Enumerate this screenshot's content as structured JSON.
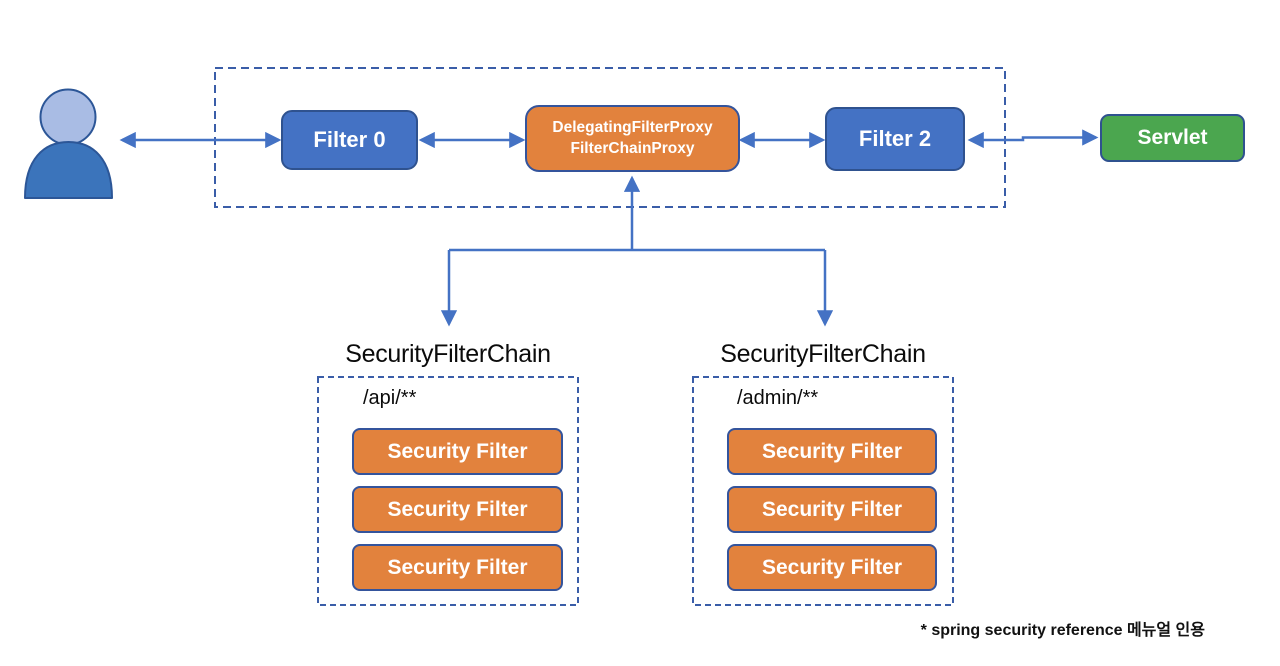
{
  "palette": {
    "node_blue": "#4472C4",
    "node_blue_border": "#2F528F",
    "node_orange": "#E2823D",
    "node_orange_border": "#34549C",
    "node_green": "#4BA64F",
    "arrow_blue": "#4472C4",
    "dashed_border_blue": "#3A5DA8",
    "person_head": "#A9BCE4",
    "person_body": "#3B74BB",
    "text_on_node": "#FFFFFF",
    "text_dark": "#0B0B0B"
  },
  "icons": {
    "user": "person-icon"
  },
  "nodes": {
    "filter0": "Filter 0",
    "proxy_line1": "DelegatingFilterProxy",
    "proxy_line2": "FilterChainProxy",
    "filter2": "Filter 2",
    "servlet": "Servlet"
  },
  "chains": [
    {
      "title": "SecurityFilterChain",
      "pattern": "/api/**",
      "filters": [
        "Security Filter",
        "Security Filter",
        "Security Filter"
      ]
    },
    {
      "title": "SecurityFilterChain",
      "pattern": "/admin/**",
      "filters": [
        "Security Filter",
        "Security Filter",
        "Security Filter"
      ]
    }
  ],
  "footnote": "* spring security reference 메뉴얼 인용"
}
